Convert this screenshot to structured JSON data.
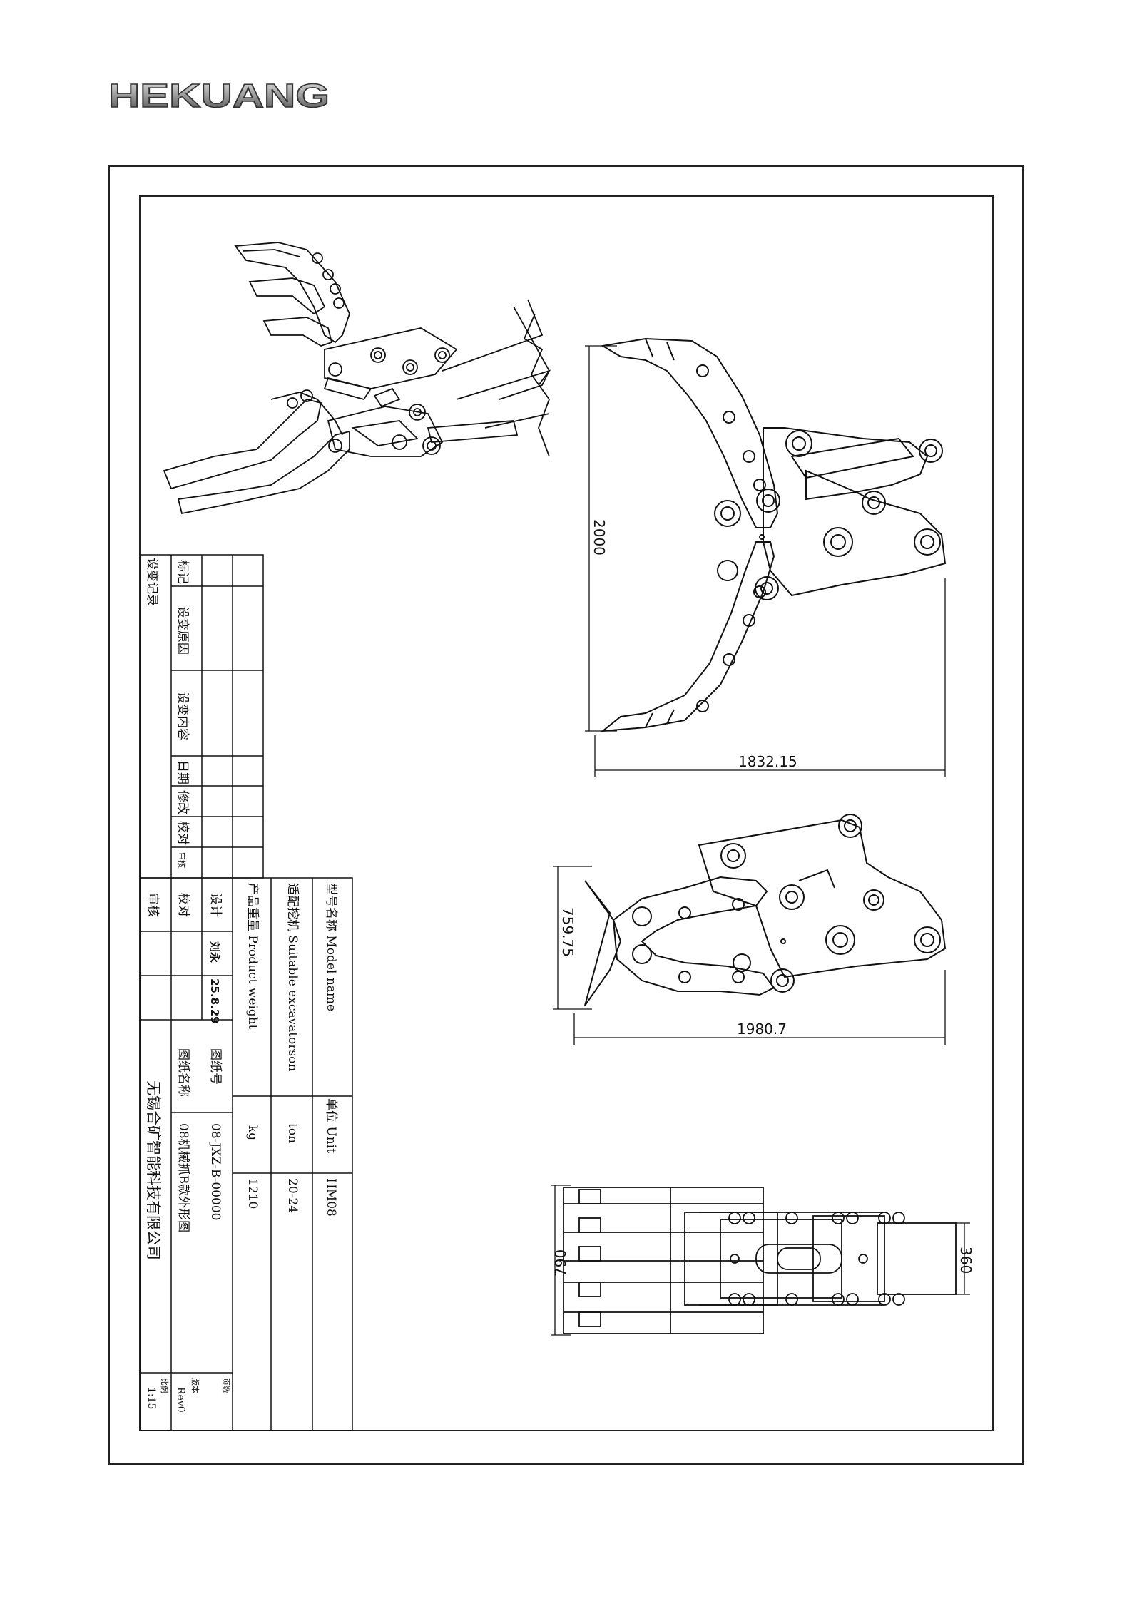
{
  "brand": {
    "logo_text": "HEKUANG"
  },
  "dimensions": {
    "side_height": "2000",
    "side_width": "1832.15",
    "closed_height": "759.75",
    "closed_width": "1980.7",
    "top_width": "790",
    "top_mount": "360"
  },
  "change_record": {
    "title": "设变记录",
    "headers": [
      "标记",
      "设变原因",
      "设变内容",
      "日期",
      "修改",
      "校对",
      "审核"
    ]
  },
  "title_block": {
    "model_label": "型号名称 Model name",
    "unit_label": "单位 Unit",
    "model_value": "HM08",
    "excavator_label": "适配挖机 Suitable excavatorson",
    "excavator_unit": "ton",
    "excavator_value": "20-24",
    "weight_label": "产品重量 Product weight",
    "weight_unit": "kg",
    "weight_value": "1210",
    "design_label": "设计",
    "design_sign": "刘永",
    "design_date": "25.8.29",
    "check_label": "校对",
    "review_label": "审核",
    "drawing_no_label": "图纸号",
    "drawing_no": "08-JXZ-B-00000",
    "drawing_name_label": "图纸名称",
    "drawing_name": "08机械抓B款外形图",
    "company": "无锡合矿智能科技有限公司",
    "pages_label": "页数",
    "version_label": "版本",
    "version": "Rev0",
    "scale_label": "比例",
    "scale": "1:15"
  }
}
